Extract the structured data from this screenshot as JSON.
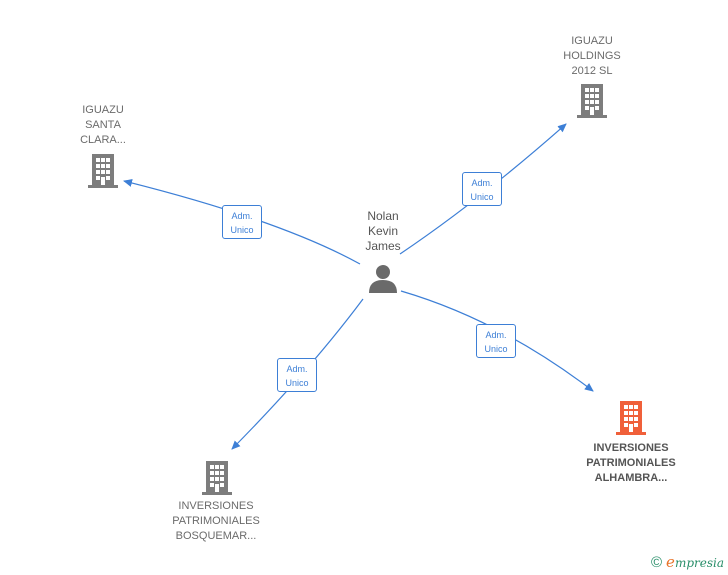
{
  "colors": {
    "edge": "#3d7fd6",
    "company": "#7d7d7d",
    "highlight_company": "#f0603a",
    "person": "#6a6a6a"
  },
  "nodes": {
    "person": {
      "label": "Nolan\nKevin\nJames",
      "icon": "person-icon"
    },
    "santa_clara": {
      "label": "IGUAZU\nSANTA\nCLARA...",
      "icon": "building-icon"
    },
    "holdings": {
      "label": "IGUAZU\nHOLDINGS\n2012 SL",
      "icon": "building-icon"
    },
    "alhambra": {
      "label": "INVERSIONES\nPATRIMONIALES\nALHAMBRA...",
      "icon": "building-icon"
    },
    "bosquemar": {
      "label": "INVERSIONES\nPATRIMONIALES\nBOSQUEMAR...",
      "icon": "building-icon"
    }
  },
  "edges": {
    "santa_clara": {
      "line1": "Adm.",
      "line2": "Unico"
    },
    "holdings": {
      "line1": "Adm.",
      "line2": "Unico"
    },
    "alhambra": {
      "line1": "Adm.",
      "line2": "Unico"
    },
    "bosquemar": {
      "line1": "Adm.",
      "line2": "Unico"
    }
  },
  "brand": {
    "copyright": "©",
    "name_first": "e",
    "name_rest": "mpresia"
  }
}
